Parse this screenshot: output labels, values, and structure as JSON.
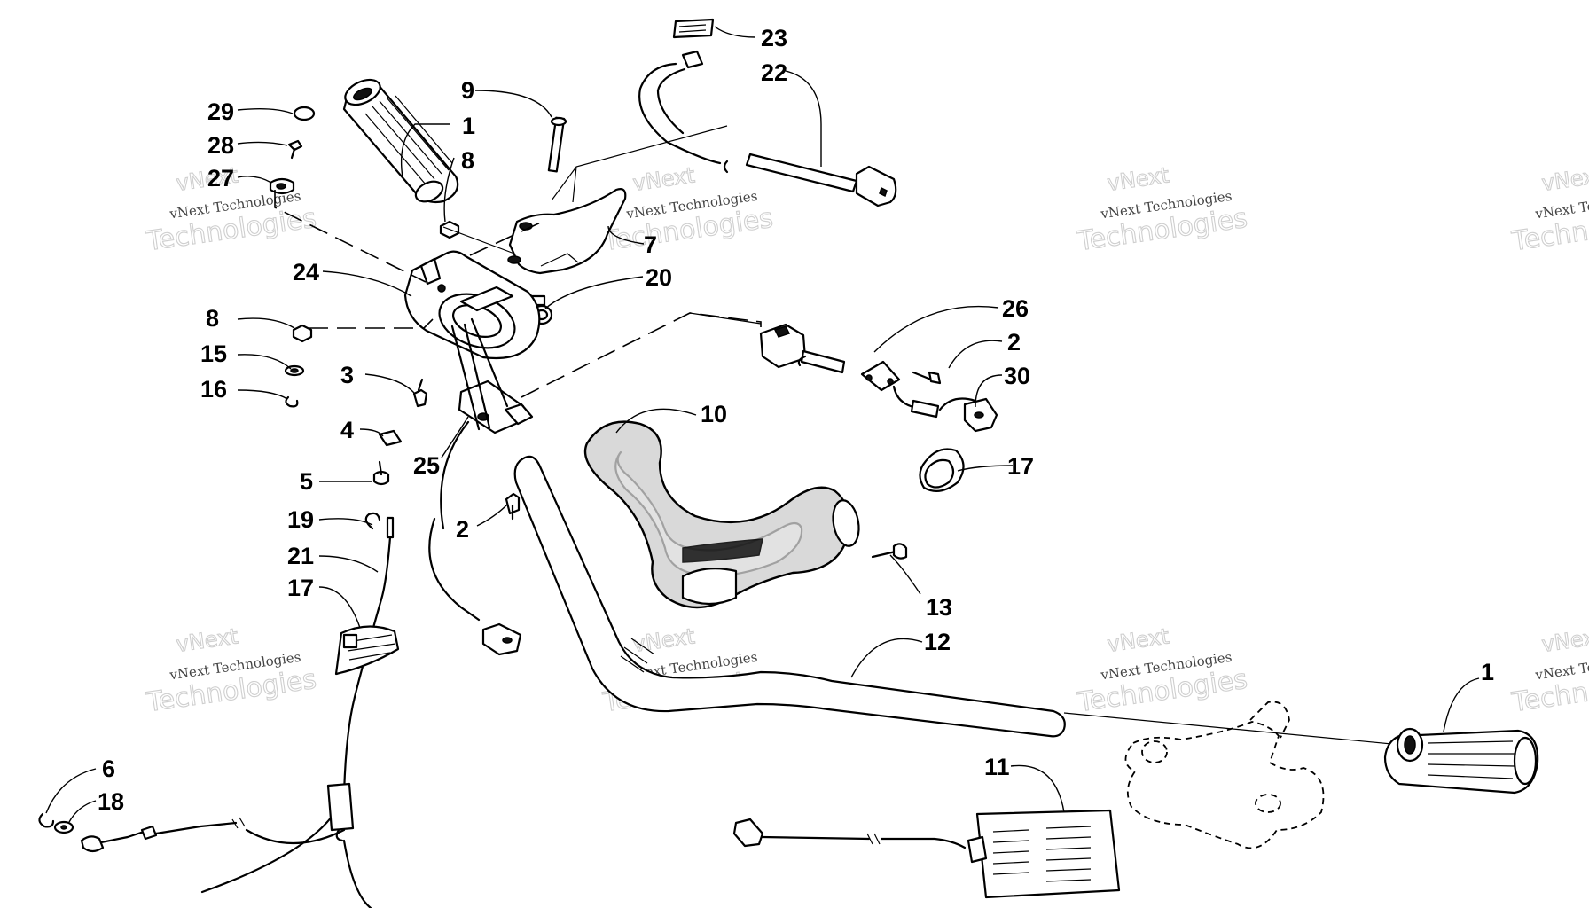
{
  "watermark": {
    "brand": "vNext",
    "company": "vNext Technologies",
    "word": "Technologies"
  },
  "callouts": [
    {
      "id": "c29",
      "text": "29"
    },
    {
      "id": "c28",
      "text": "28"
    },
    {
      "id": "c27",
      "text": "27"
    },
    {
      "id": "c1a",
      "text": "1"
    },
    {
      "id": "c9",
      "text": "9"
    },
    {
      "id": "c8a",
      "text": "8"
    },
    {
      "id": "c23",
      "text": "23"
    },
    {
      "id": "c22",
      "text": "22"
    },
    {
      "id": "c7",
      "text": "7"
    },
    {
      "id": "c20",
      "text": "20"
    },
    {
      "id": "c24",
      "text": "24"
    },
    {
      "id": "c8b",
      "text": "8"
    },
    {
      "id": "c15",
      "text": "15"
    },
    {
      "id": "c16",
      "text": "16"
    },
    {
      "id": "c3",
      "text": "3"
    },
    {
      "id": "c4",
      "text": "4"
    },
    {
      "id": "c5",
      "text": "5"
    },
    {
      "id": "c25",
      "text": "25"
    },
    {
      "id": "c2a",
      "text": "2"
    },
    {
      "id": "c19",
      "text": "19"
    },
    {
      "id": "c21",
      "text": "21"
    },
    {
      "id": "c17a",
      "text": "17"
    },
    {
      "id": "c6",
      "text": "6"
    },
    {
      "id": "c18",
      "text": "18"
    },
    {
      "id": "c26",
      "text": "26"
    },
    {
      "id": "c2b",
      "text": "2"
    },
    {
      "id": "c30",
      "text": "30"
    },
    {
      "id": "c10",
      "text": "10"
    },
    {
      "id": "c17b",
      "text": "17"
    },
    {
      "id": "c13",
      "text": "13"
    },
    {
      "id": "c12",
      "text": "12"
    },
    {
      "id": "c1b",
      "text": "1"
    },
    {
      "id": "c11",
      "text": "11"
    }
  ]
}
